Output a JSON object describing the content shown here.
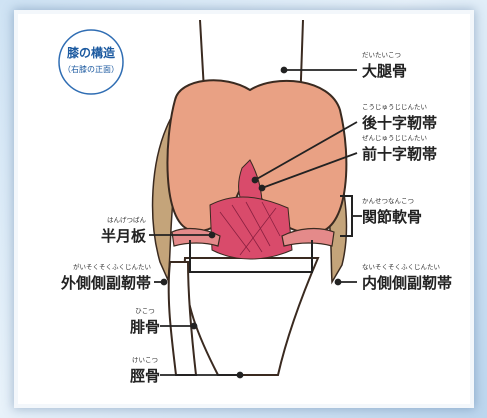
{
  "title": {
    "main": "膝の構造",
    "sub": "（右膝の正面）"
  },
  "labels": {
    "femur": {
      "ruby": "だいたいこつ",
      "text": "大腿骨"
    },
    "pcl": {
      "ruby": "こうじゅうじじんたい",
      "text": "後十字靭帯"
    },
    "acl": {
      "ruby": "ぜんじゅうじじんたい",
      "text": "前十字靭帯"
    },
    "cartilage": {
      "ruby": "かんせつなんこつ",
      "text": "関節軟骨"
    },
    "meniscus": {
      "ruby": "はんげつばん",
      "text": "半月板"
    },
    "lcl": {
      "ruby": "がいそくそくふくじんたい",
      "text": "外側側副靭帯"
    },
    "mcl": {
      "ruby": "ないそくそくふくじんたい",
      "text": "内側側副靭帯"
    },
    "fibula": {
      "ruby": "ひこつ",
      "text": "腓骨"
    },
    "tibia": {
      "ruby": "けいこつ",
      "text": "脛骨"
    }
  },
  "colors": {
    "bone_outline": "#3a2a20",
    "cartilage": "#e9a184",
    "ligament": "#d94b6b",
    "side_ligament": "#c4a47a",
    "title_circle": "#2f6db3"
  }
}
